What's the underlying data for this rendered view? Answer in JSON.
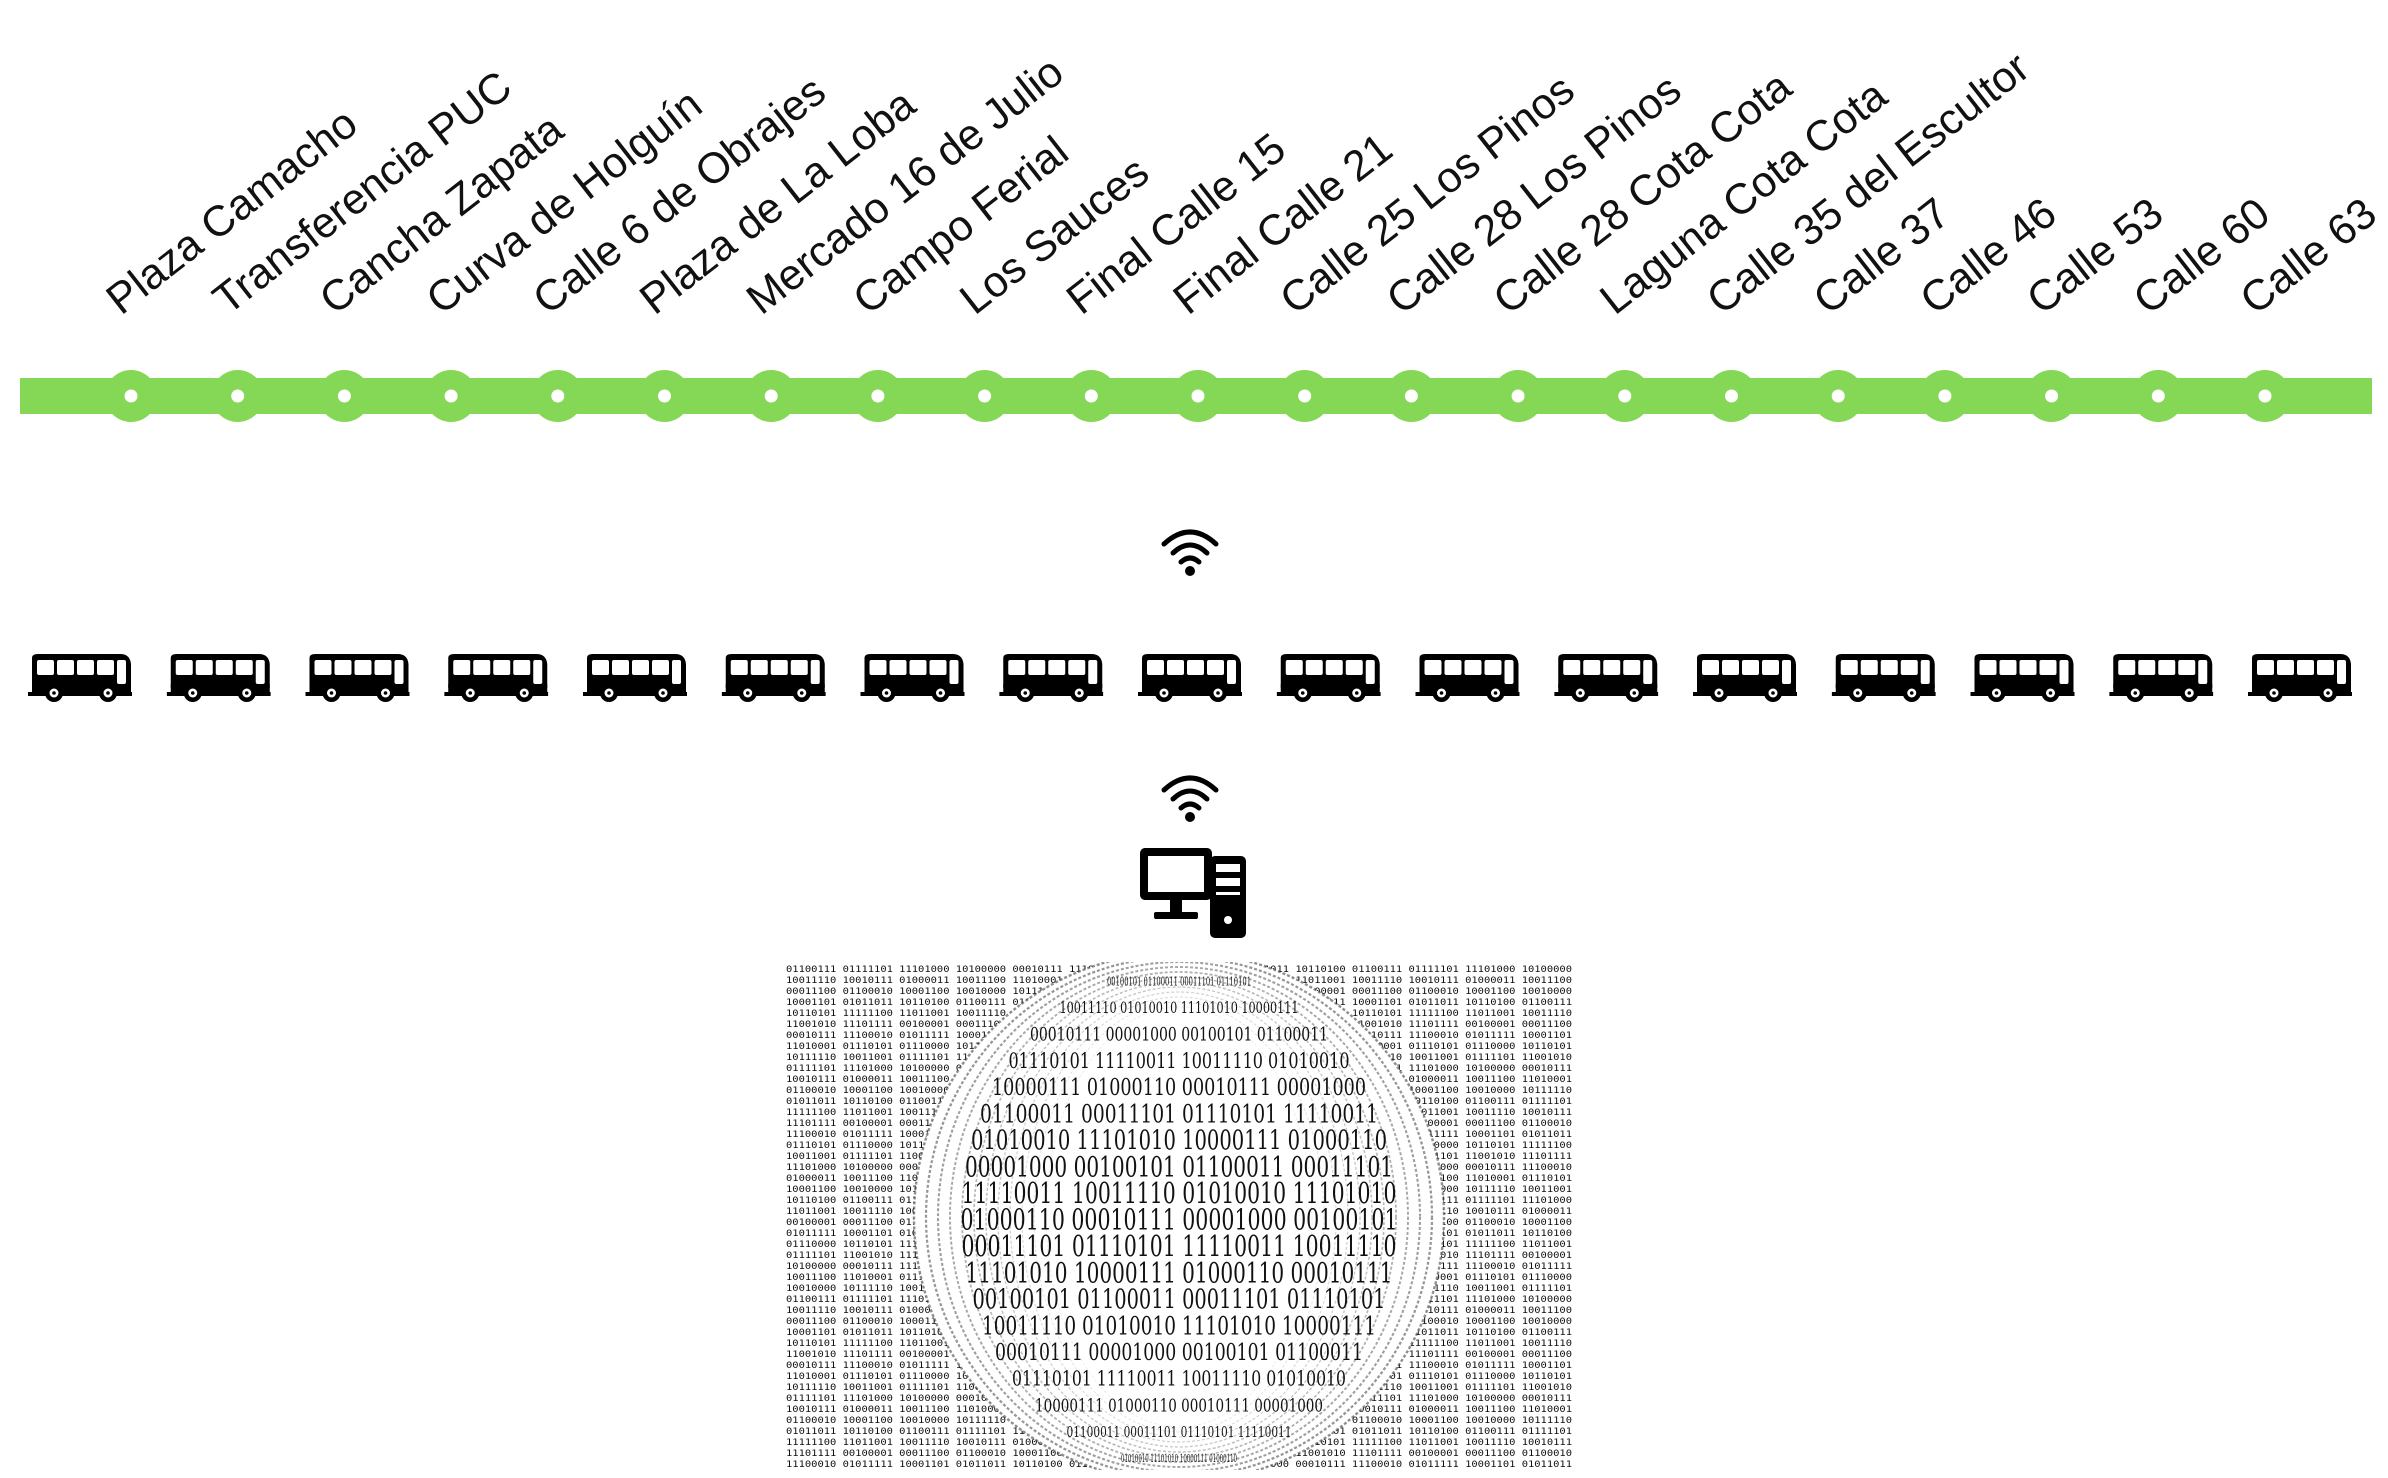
{
  "route": {
    "line_color": "#84d856",
    "stop_dot_color": "#ffffff",
    "stops": [
      {
        "name": "Plaza Camacho"
      },
      {
        "name": "Transferencia PUC"
      },
      {
        "name": "Cancha Zapata"
      },
      {
        "name": "Curva de Holguín"
      },
      {
        "name": "Calle 6 de Obrajes"
      },
      {
        "name": "Plaza de La Loba"
      },
      {
        "name": "Mercado 16 de Julio"
      },
      {
        "name": "Campo Ferial"
      },
      {
        "name": "Los Sauces"
      },
      {
        "name": "Final Calle 15"
      },
      {
        "name": "Final Calle 21"
      },
      {
        "name": "Calle 25 Los Pinos"
      },
      {
        "name": "Calle 28 Los Pinos"
      },
      {
        "name": "Calle 28 Cota Cota"
      },
      {
        "name": "Laguna Cota Cota"
      },
      {
        "name": "Calle 35 del Escultor"
      },
      {
        "name": "Calle 37"
      },
      {
        "name": "Calle 46"
      },
      {
        "name": "Calle 53"
      },
      {
        "name": "Calle 60"
      },
      {
        "name": "Calle 63"
      }
    ]
  },
  "fleet": {
    "icon": "bus-icon",
    "bus_count": 17,
    "color": "#000000"
  },
  "signals": {
    "bus_uplink_icon": "wifi-icon",
    "server_link_icon": "wifi-icon"
  },
  "server": {
    "icon": "desktop-computer-icon",
    "color": "#000000"
  },
  "binary_panel": {
    "icon": "binary-sphere-image",
    "pattern_words": [
      "01100111",
      "11111100",
      "01111101",
      "01111101",
      "11011001",
      "11001010",
      "11101000",
      "10011110",
      "11101111",
      "10100000",
      "10010111",
      "00100001",
      "00010111",
      "01000011",
      "00011100",
      "11100010",
      "10011100",
      "01100010",
      "01011111",
      "11010001",
      "10001100",
      "10001101",
      "01110101",
      "10010000",
      "01011011",
      "01110000",
      "10111110",
      "10110100",
      "10110101",
      "10011001"
    ],
    "sphere_words": [
      "00100101",
      "10011110",
      "00010111",
      "01110101",
      "10000111",
      "01100011",
      "01010010",
      "00001000",
      "11110011",
      "01000110",
      "00011101",
      "11101010"
    ]
  }
}
